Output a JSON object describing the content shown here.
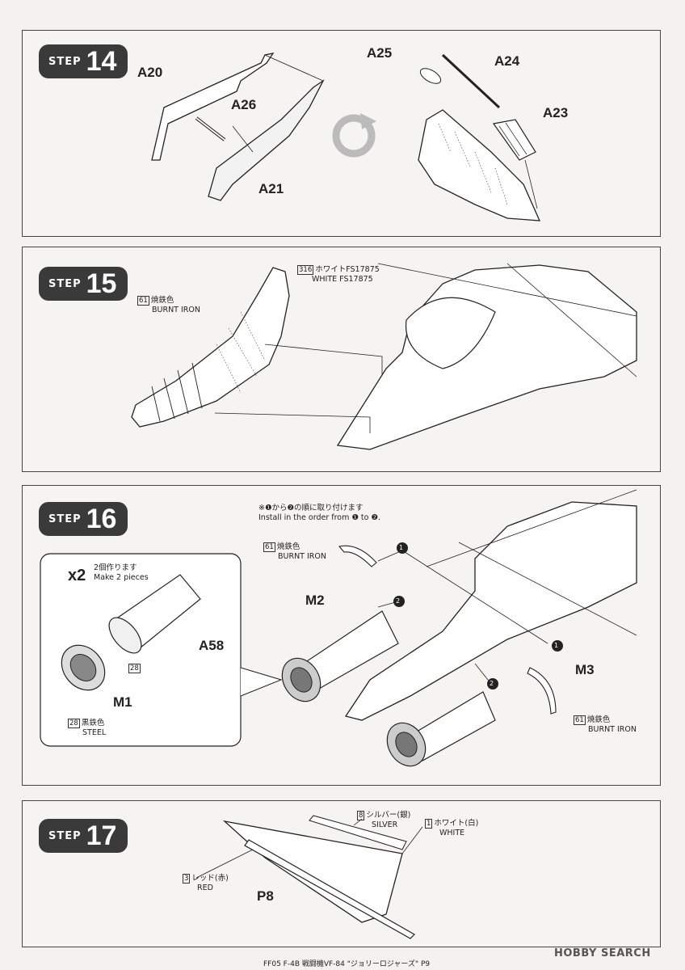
{
  "steps": {
    "s14": {
      "word": "STEP",
      "num": "14"
    },
    "s15": {
      "word": "STEP",
      "num": "15"
    },
    "s16": {
      "word": "STEP",
      "num": "16"
    },
    "s17": {
      "word": "STEP",
      "num": "17"
    }
  },
  "step14": {
    "a20": "A20",
    "a26": "A26",
    "a21": "A21",
    "a25": "A25",
    "a24": "A24",
    "a23": "A23"
  },
  "step15": {
    "white_code": "316",
    "white_jp": "ホワイトFS17875",
    "white_en": "WHITE FS17875",
    "burnt_code": "61",
    "burnt_jp": "焼鉄色",
    "burnt_en": "BURNT IRON"
  },
  "step16": {
    "note_jp": "※❶から❷の順に取り付けます",
    "note_en": "Install in the order from ❶ to ❷.",
    "x2": "x2",
    "make_jp": "2個作ります",
    "make_en": "Make 2 pieces",
    "a58": "A58",
    "m1": "M1",
    "m2": "M2",
    "m3": "M3",
    "c28a": "28",
    "steel_code": "28",
    "steel_jp": "黒鉄色",
    "steel_en": "STEEL",
    "burnt_code": "61",
    "burnt_jp": "焼鉄色",
    "burnt_en": "BURNT IRON",
    "burnt2_code": "61",
    "burnt2_jp": "焼鉄色",
    "burnt2_en": "BURNT IRON",
    "o1": "1",
    "o2": "2"
  },
  "step17": {
    "silver_code": "8",
    "silver_jp": "シルバー(銀)",
    "silver_en": "SILVER",
    "white_code": "1",
    "white_jp": "ホワイト(白)",
    "white_en": "WHITE",
    "red_code": "3",
    "red_jp": "レッド(赤)",
    "red_en": "RED",
    "p8": "P8"
  },
  "footer": "FF05 F-4B 戦闘機VF-84 \"ジョリーロジャーズ\" P9",
  "brand": "HOBBY SEARCH"
}
